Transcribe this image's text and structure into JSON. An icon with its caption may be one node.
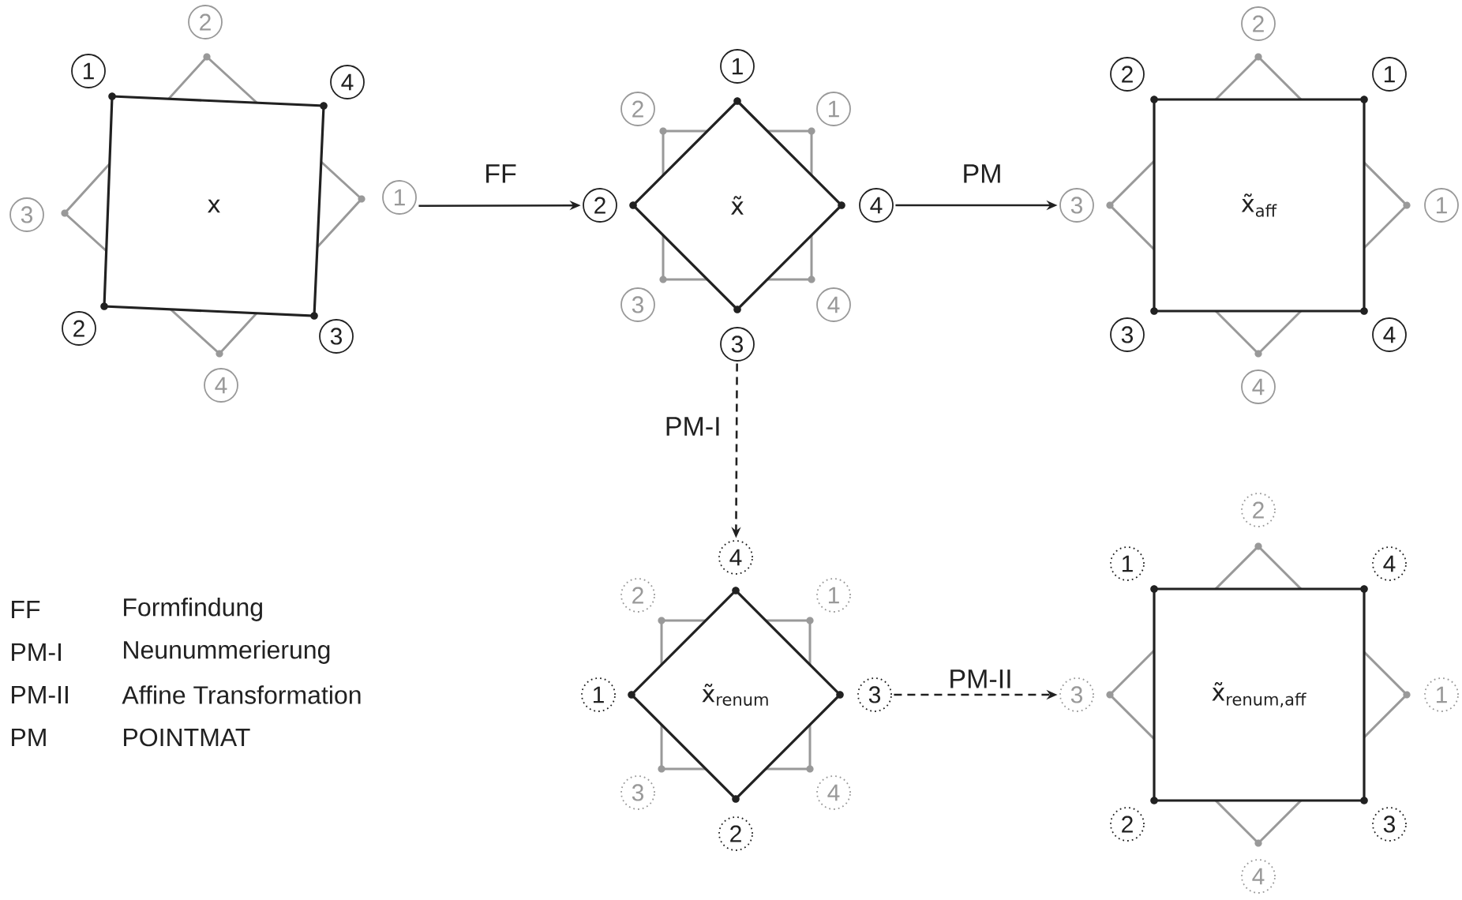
{
  "diagram": {
    "nodes": [
      {
        "text": [
          "x"
        ]
      },
      {
        "text": [
          "x̃"
        ]
      },
      {
        "text": [
          "x̃$_{aff}$"
        ]
      },
      {
        "text": [
          "x̃$_{renum}$"
        ]
      },
      {
        "text": [
          "x̃$_{renum,aff}$"
        ]
      }
    ],
    "edges": [
      {
        "from": 0,
        "to": 1,
        "arrow": "to",
        "label": "FF"
      },
      {
        "from": 1,
        "to": 2,
        "arrow": "to",
        "label": "PM"
      },
      {
        "from": 1,
        "to": 3,
        "arrow": "to",
        "label": "PM-I",
        "style": "dashed"
      },
      {
        "from": 3,
        "to": 4,
        "arrow": "to",
        "label": "PM-II",
        "style": "dashed"
      }
    ],
    "labels": [
      "2",
      "1",
      "4",
      "3",
      "1",
      "2",
      "3",
      "4",
      "1",
      "2",
      "1",
      "2",
      "4",
      "3",
      "4",
      "3",
      "2",
      "2",
      "1",
      "3",
      "1",
      "3",
      "4",
      "4",
      "4",
      "2",
      "1",
      "1",
      "3",
      "3",
      "4",
      "2",
      "2",
      "1",
      "4",
      "3",
      "1",
      "2",
      "3",
      "4",
      "FF",
      "Formfindung",
      "PM-I",
      "Neunummerierung",
      "PM-II",
      "Affine Transformation",
      "PM",
      "POINTMAT"
    ]
  }
}
